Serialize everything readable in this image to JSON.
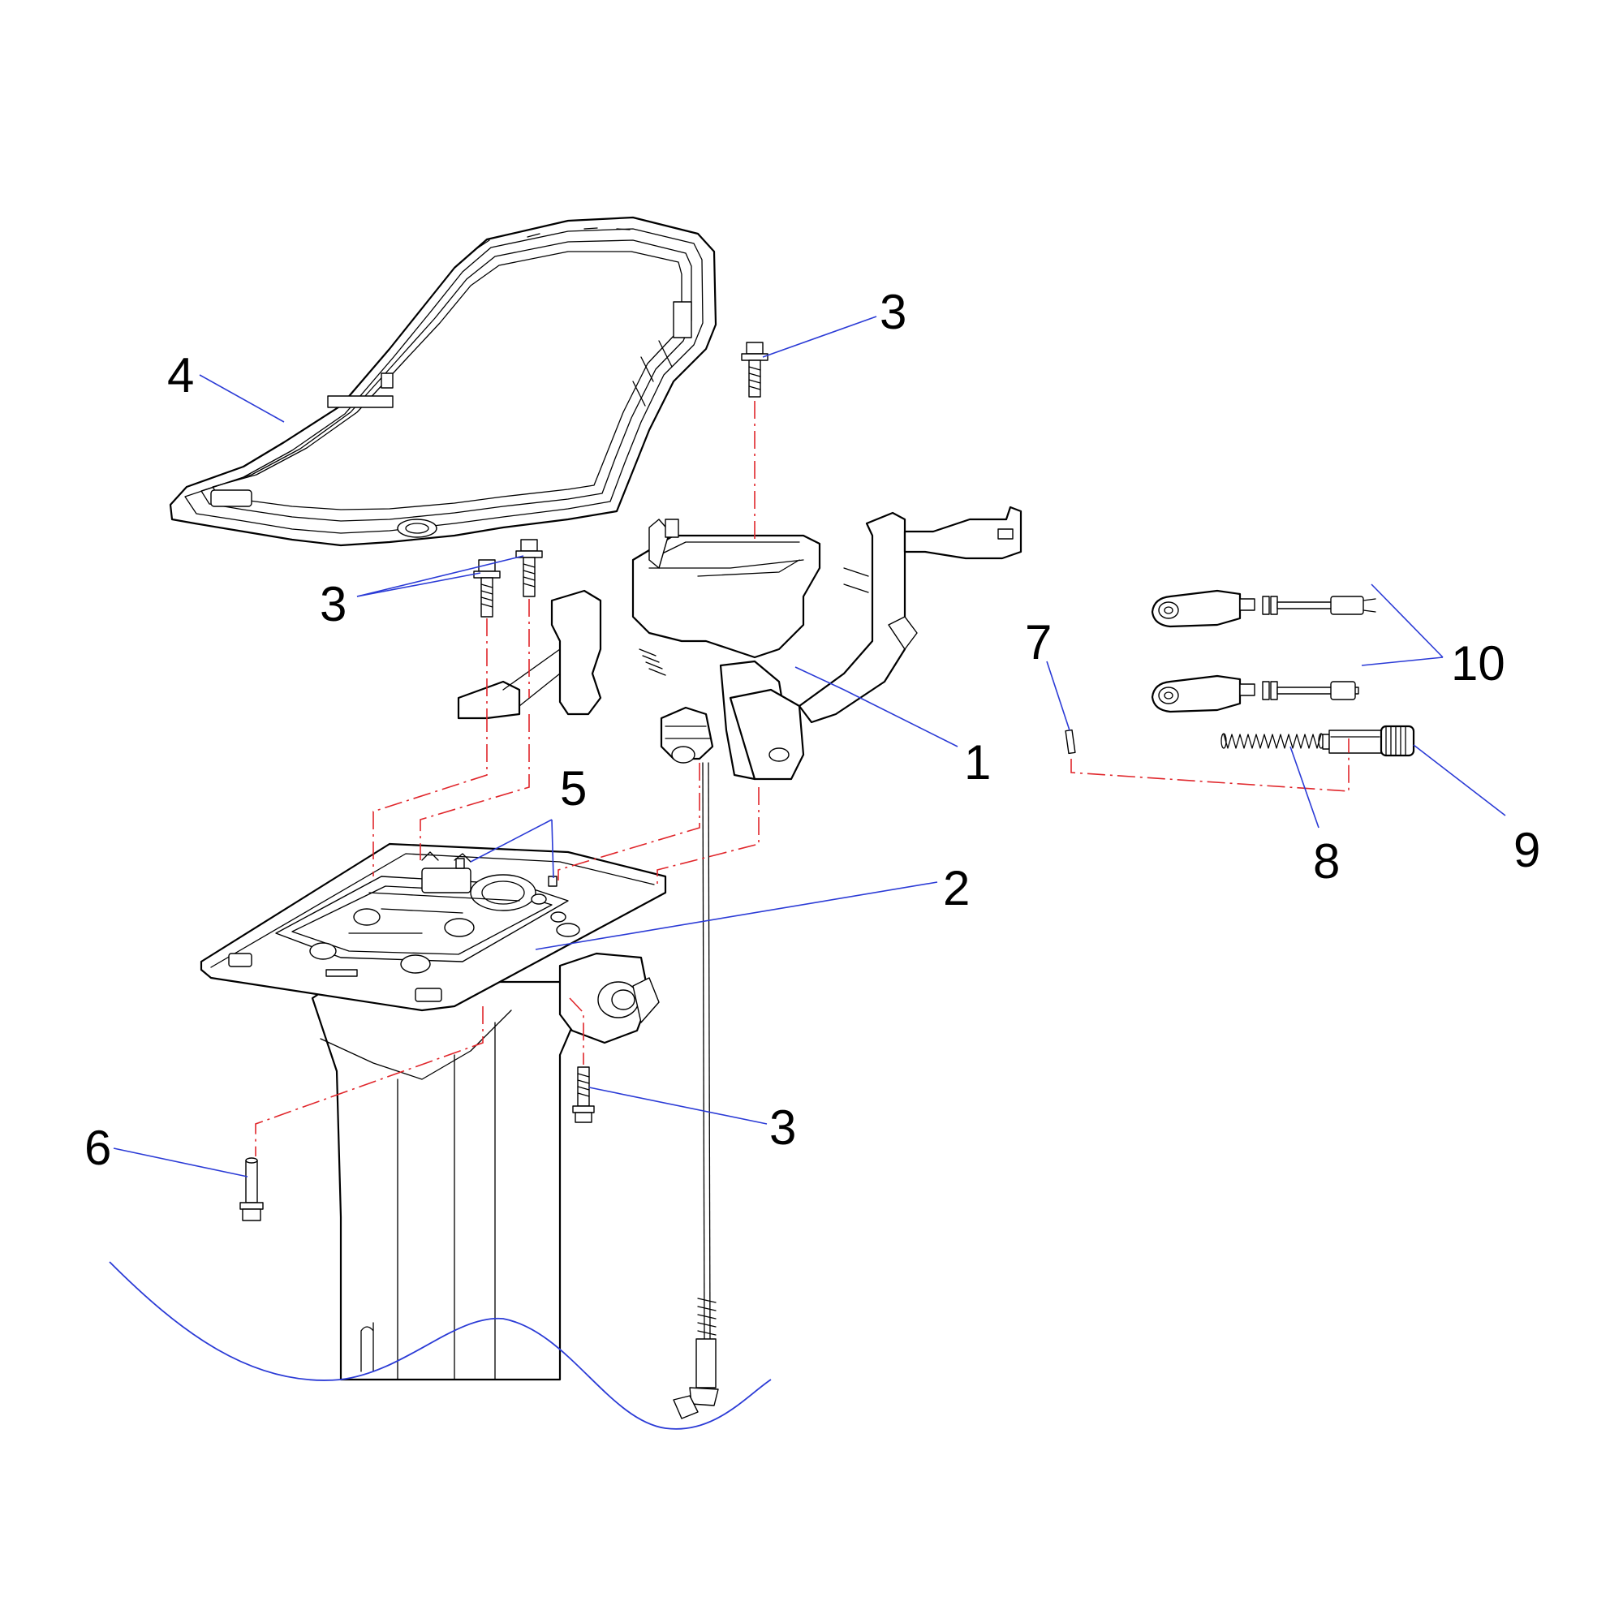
{
  "diagram": {
    "callouts": [
      {
        "id": "c1",
        "label": "1"
      },
      {
        "id": "c2",
        "label": "2"
      },
      {
        "id": "c3a",
        "label": "3"
      },
      {
        "id": "c3b",
        "label": "3"
      },
      {
        "id": "c3c",
        "label": "3"
      },
      {
        "id": "c4",
        "label": "4"
      },
      {
        "id": "c5",
        "label": "5"
      },
      {
        "id": "c6",
        "label": "6"
      },
      {
        "id": "c7",
        "label": "7"
      },
      {
        "id": "c8",
        "label": "8"
      },
      {
        "id": "c9",
        "label": "9"
      },
      {
        "id": "c10",
        "label": "10"
      }
    ],
    "colors": {
      "leader_line": "#2b3bd6",
      "assembly_axis": "#e0262b",
      "part_outline": "#000000"
    }
  }
}
